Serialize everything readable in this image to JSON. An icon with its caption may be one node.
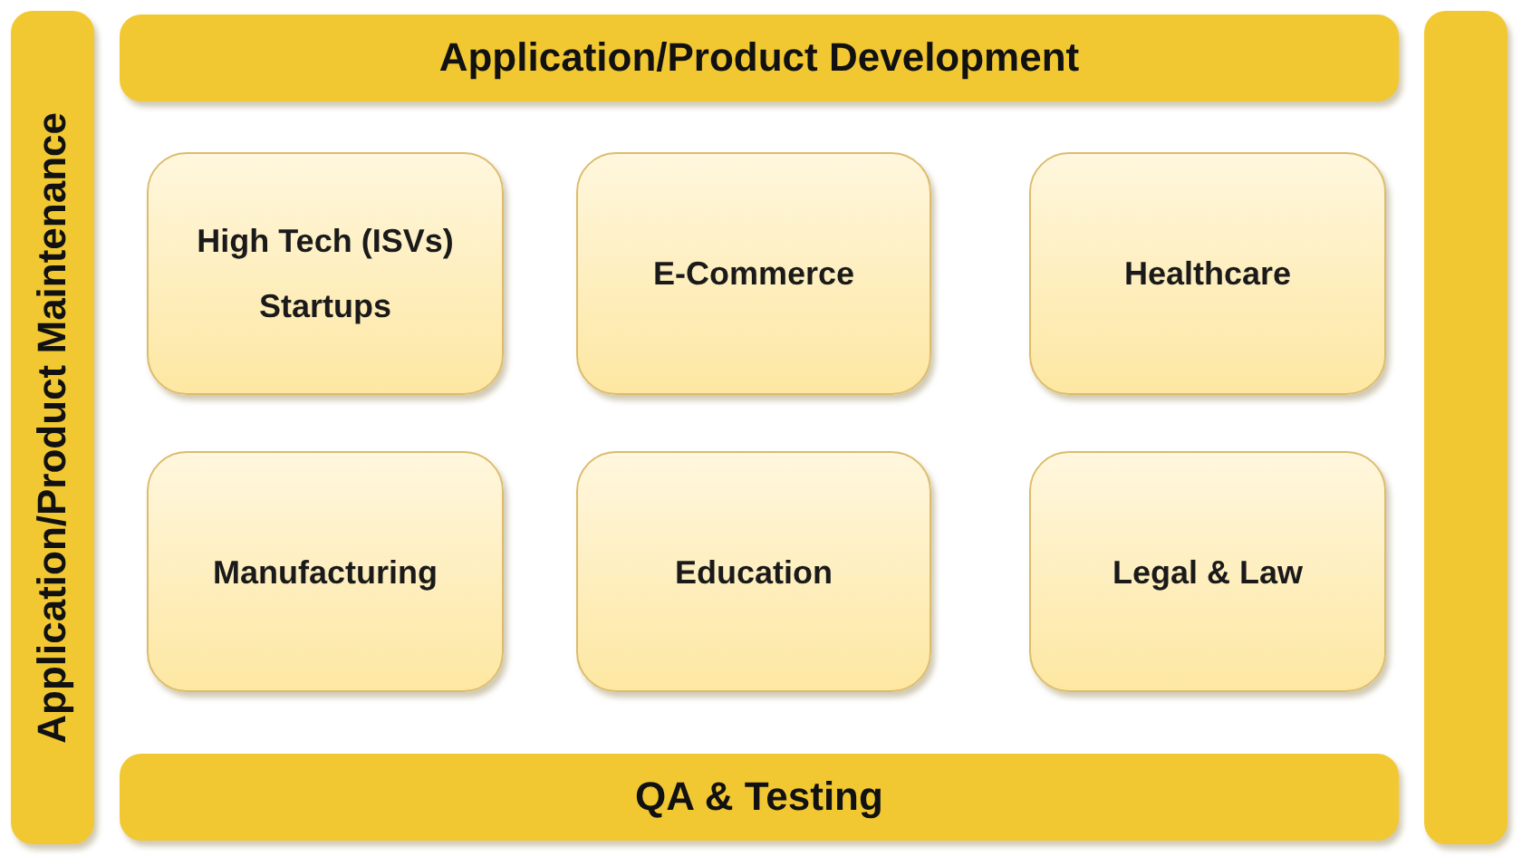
{
  "diagram": {
    "nodes": [
      {
        "text": [
          "Application/Product Maintenance"
        ]
      },
      {
        "text": [
          "Application/Product Development"
        ]
      },
      {
        "text": [
          "High Tech (ISVs) Startups"
        ]
      },
      {
        "text": [
          "E-Commerce"
        ]
      },
      {
        "text": [
          "Healthcare"
        ]
      },
      {
        "text": [
          "Manufacturing"
        ]
      },
      {
        "text": [
          "Education"
        ]
      },
      {
        "text": [
          "Legal & Law"
        ]
      },
      {
        "text": [
          "QA & Testing"
        ]
      },
      {
        "text": [],
        "shape": "bar"
      }
    ]
  }
}
